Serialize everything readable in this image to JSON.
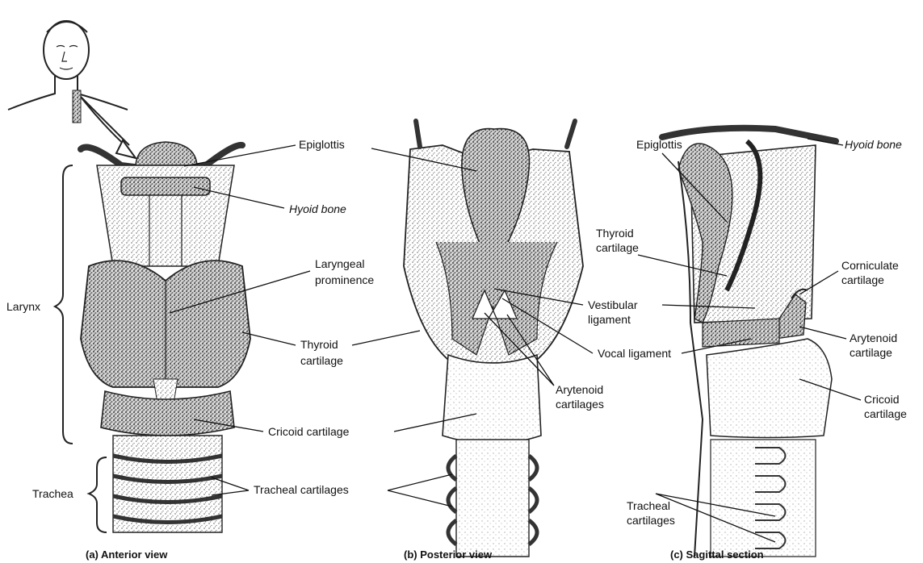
{
  "colors": {
    "ink": "#111111",
    "stipple": "#9a9a9a",
    "shade": "#6f6f6f",
    "paper": "#ffffff"
  },
  "panels": {
    "anterior": {
      "caption": "(a) Anterior view",
      "labels": {
        "epiglottis": "Epiglottis",
        "hyoid_bone": "Hyoid bone",
        "laryngeal_prominence": [
          "Laryngeal",
          "prominence"
        ],
        "thyroid_cartilage": [
          "Thyroid",
          "cartilage"
        ],
        "cricoid_cartilage": "Cricoid cartilage",
        "tracheal_cartilages": "Tracheal cartilages",
        "larynx": "Larynx",
        "trachea": "Trachea"
      }
    },
    "posterior": {
      "caption": "(b) Posterior view",
      "labels": {
        "vestibular_ligament": [
          "Vestibular",
          "ligament"
        ],
        "vocal_ligament": "Vocal ligament",
        "arytenoid_cartilages": [
          "Arytenoid",
          "cartilages"
        ]
      }
    },
    "sagittal": {
      "caption": "(c) Sagittal section",
      "labels": {
        "epiglottis": "Epiglottis",
        "hyoid_bone": "Hyoid bone",
        "thyroid_cartilage": [
          "Thyroid",
          "cartilage"
        ],
        "corniculate_cartilage": [
          "Corniculate",
          "cartilage"
        ],
        "arytenoid_cartilage": [
          "Arytenoid",
          "cartilage"
        ],
        "cricoid_cartilage": [
          "Cricoid",
          "cartilage"
        ],
        "tracheal_cartilages": [
          "Tracheal",
          "cartilages"
        ]
      }
    }
  }
}
